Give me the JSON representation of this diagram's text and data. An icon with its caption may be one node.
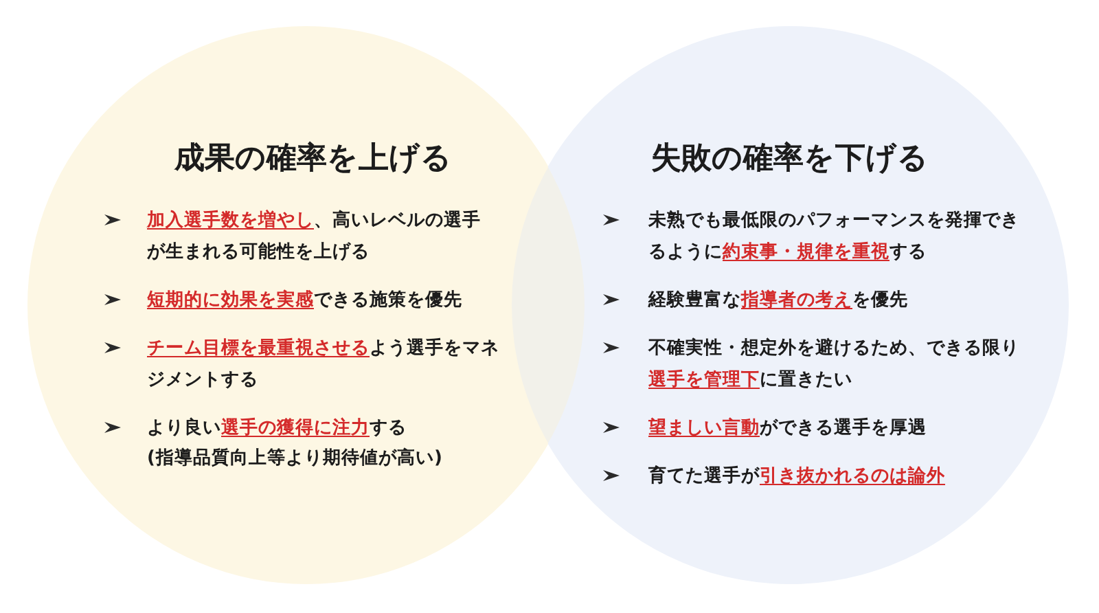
{
  "diagram": {
    "nodes": [
      {
        "text": [
          "成果の確率を上げる",
          "**加入選手数を増やし**、高いレベルの選手が生まれる可能性を上げる",
          "**短期的に効果を実感**できる施策を優先",
          "**チーム目標を最重視させる**よう選手をマネジメントする",
          "より良い**選手の獲得に注力**する",
          "(指導品質向上等より期待値が高い)"
        ]
      },
      {
        "text": [
          "失敗の確率を下げる",
          "未熟でも最低限のパフォーマンスを発揮できるように**約束事・規律を重視**する",
          "経験豊富な**指導者の考え**を優先",
          "不確実性・想定外を避けるため、できる限り**選手を管理下**に置きたい",
          "**望ましい言動**ができる選手を厚遇",
          "育てた選手が**引き抜かれるのは論外**"
        ]
      }
    ]
  }
}
